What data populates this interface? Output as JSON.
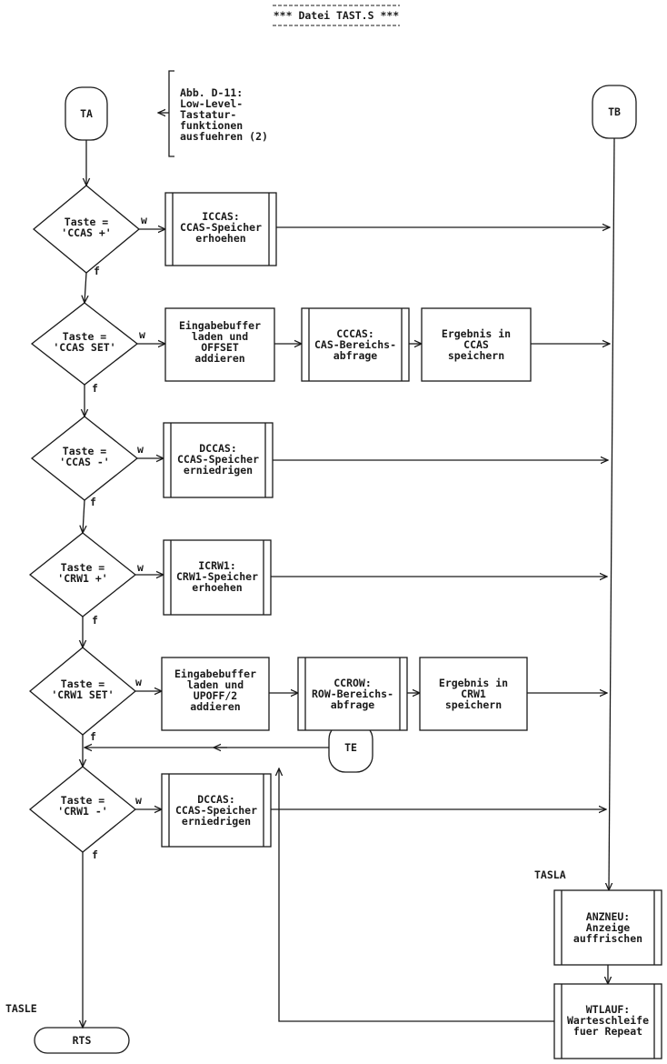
{
  "header": {
    "title": "*** Datei TAST.S ***"
  },
  "caption": {
    "lines": [
      "Abb. D-11:",
      "Low-Level-",
      "Tastatur-",
      "funktionen",
      "ausfuehren (2)"
    ]
  },
  "terminals": {
    "ta": "TA",
    "tb": "TB",
    "te": "TE",
    "rts": "RTS"
  },
  "labels": {
    "tasla": "TASLA",
    "tasle": "TASLE",
    "true_mark": "w",
    "false_mark": "f"
  },
  "decisions": [
    {
      "line1": "Taste =",
      "line2": "'CCAS +'"
    },
    {
      "line1": "Taste =",
      "line2": "'CCAS SET'"
    },
    {
      "line1": "Taste =",
      "line2": "'CCAS -'"
    },
    {
      "line1": "Taste =",
      "line2": "'CRW1 +'"
    },
    {
      "line1": "Taste =",
      "line2": "'CRW1 SET'"
    },
    {
      "line1": "Taste =",
      "line2": "'CRW1 -'"
    }
  ],
  "boxes": {
    "iccas": [
      "ICCAS:",
      "CCAS-Speicher",
      "erhoehen"
    ],
    "load_offset": [
      "Eingabebuffer",
      "laden und",
      "OFFSET",
      "addieren"
    ],
    "cccas": [
      "CCCAS:",
      "CAS-Bereichs-",
      "abfrage"
    ],
    "result_ccas": [
      "Ergebnis in",
      "CCAS",
      "speichern"
    ],
    "dccas_1": [
      "DCCAS:",
      "CCAS-Speicher",
      "erniedrigen"
    ],
    "icrw1": [
      "ICRW1:",
      "CRW1-Speicher",
      "erhoehen"
    ],
    "load_upoff": [
      "Eingabebuffer",
      "laden und",
      "UPOFF/2",
      "addieren"
    ],
    "ccrow": [
      "CCROW:",
      "ROW-Bereichs-",
      "abfrage"
    ],
    "result_crw1": [
      "Ergebnis in",
      "CRW1",
      "speichern"
    ],
    "dccas_2": [
      "DCCAS:",
      "CCAS-Speicher",
      "erniedrigen"
    ],
    "anzneu": [
      "ANZNEU:",
      "Anzeige",
      "auffrischen"
    ],
    "wtlauf": [
      "WTLAUF:",
      "Warteschleife",
      "fuer Repeat"
    ]
  }
}
